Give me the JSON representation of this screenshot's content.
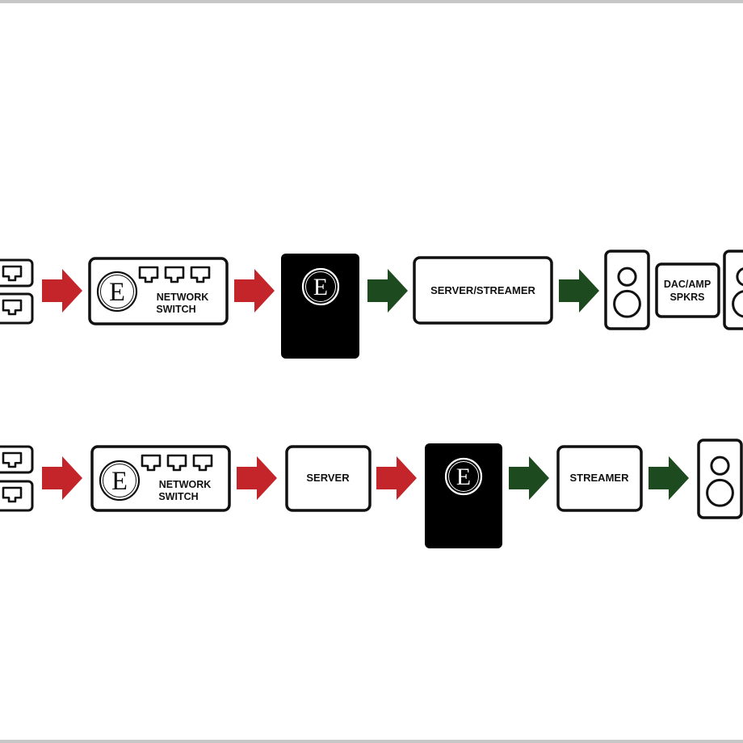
{
  "colors": {
    "frame": "#c7c7c7",
    "outline": "#111111",
    "dark_block": "#000000",
    "arrow_red": "#c4252b",
    "arrow_green": "#1e4a20",
    "background": "#ffffff"
  },
  "logo": {
    "letter": "E"
  },
  "rows": [
    {
      "id": "row-1",
      "devices": [
        {
          "kind": "router-ports",
          "name": "router-ports"
        },
        {
          "kind": "arrow",
          "color": "red"
        },
        {
          "kind": "network-switch",
          "name": "network-switch",
          "label_lines": [
            "NETWORK",
            "SWITCH"
          ]
        },
        {
          "kind": "arrow",
          "color": "red"
        },
        {
          "kind": "etherregen-device",
          "name": "etherregen-device"
        },
        {
          "kind": "arrow",
          "color": "green"
        },
        {
          "kind": "box",
          "name": "server-streamer-box",
          "label": "SERVER/STREAMER"
        },
        {
          "kind": "arrow",
          "color": "green"
        },
        {
          "kind": "speakers-group",
          "name": "dac-amp-speakers",
          "label_lines": [
            "DAC/AMP",
            "SPKRS"
          ]
        }
      ]
    },
    {
      "id": "row-2",
      "devices": [
        {
          "kind": "router-ports",
          "name": "router-ports"
        },
        {
          "kind": "arrow",
          "color": "red"
        },
        {
          "kind": "network-switch",
          "name": "network-switch",
          "label_lines": [
            "NETWORK",
            "SWITCH"
          ]
        },
        {
          "kind": "arrow",
          "color": "red"
        },
        {
          "kind": "box",
          "name": "server-box",
          "label": "SERVER"
        },
        {
          "kind": "arrow",
          "color": "red"
        },
        {
          "kind": "etherregen-device",
          "name": "etherregen-device"
        },
        {
          "kind": "arrow",
          "color": "green"
        },
        {
          "kind": "box",
          "name": "streamer-box",
          "label": "STREAMER"
        },
        {
          "kind": "arrow",
          "color": "green"
        },
        {
          "kind": "speaker",
          "name": "speaker"
        }
      ]
    }
  ]
}
